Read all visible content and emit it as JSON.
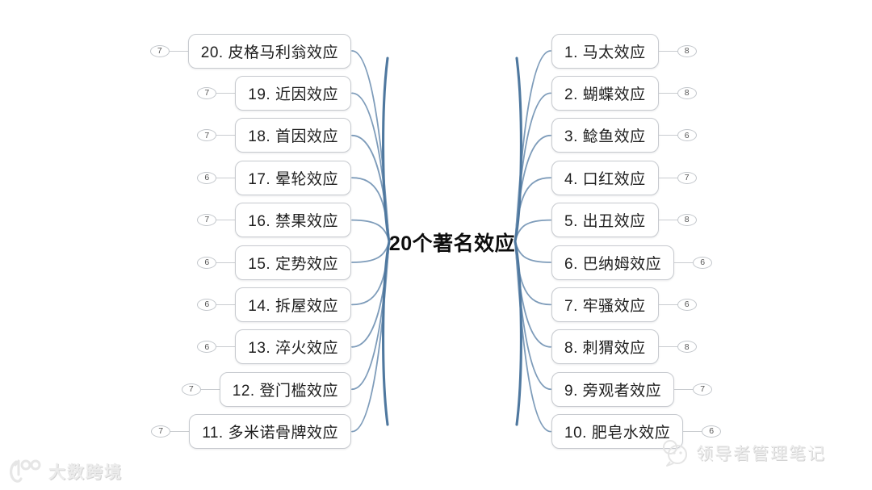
{
  "title": "20个著名效应",
  "left_branches": [
    {
      "label": "20. 皮格马利翁效应",
      "badge": "7"
    },
    {
      "label": "19. 近因效应",
      "badge": "7"
    },
    {
      "label": "18. 首因效应",
      "badge": "7"
    },
    {
      "label": "17. 晕轮效应",
      "badge": "6"
    },
    {
      "label": "16. 禁果效应",
      "badge": "7"
    },
    {
      "label": "15. 定势效应",
      "badge": "6"
    },
    {
      "label": "14. 拆屋效应",
      "badge": "6"
    },
    {
      "label": "13. 淬火效应",
      "badge": "6"
    },
    {
      "label": "12. 登门槛效应",
      "badge": "7"
    },
    {
      "label": "11. 多米诺骨牌效应",
      "badge": "7"
    }
  ],
  "right_branches": [
    {
      "label": "1. 马太效应",
      "badge": "8"
    },
    {
      "label": "2. 蝴蝶效应",
      "badge": "8"
    },
    {
      "label": "3. 鲶鱼效应",
      "badge": "6"
    },
    {
      "label": "4. 口红效应",
      "badge": "7"
    },
    {
      "label": "5. 出丑效应",
      "badge": "8"
    },
    {
      "label": "6. 巴纳姆效应",
      "badge": "6"
    },
    {
      "label": "7. 牢骚效应",
      "badge": "6"
    },
    {
      "label": "8. 刺猬效应",
      "badge": "8"
    },
    {
      "label": "9. 旁观者效应",
      "badge": "7"
    },
    {
      "label": "10. 肥皂水效应",
      "badge": "6"
    }
  ],
  "watermarks": {
    "bottom_left": "大数跨境",
    "bottom_right": "领导者管理笔记"
  },
  "colors": {
    "branch_stroke": "#7e9cba",
    "trunk_stroke": "#4f789f",
    "box_border": "#c7cacf",
    "tie_line": "#c9ccd0",
    "watermark": "#ececec",
    "title_text": "#0d0d0d"
  }
}
